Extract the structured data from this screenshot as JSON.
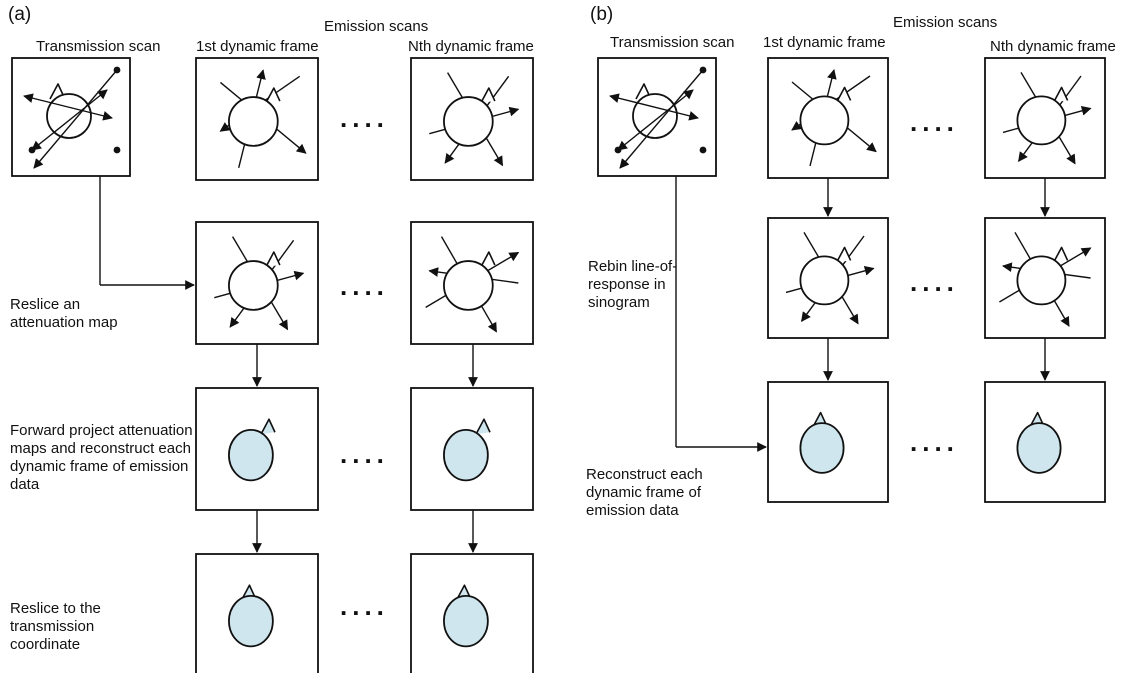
{
  "panel_a": {
    "label": "(a)",
    "header_emission": "Emission scans",
    "header_transmission": "Transmission scan",
    "header_first": "1st dynamic frame",
    "header_nth": "Nth dynamic frame",
    "step1": "Reslice an attenuation map",
    "step2": "Forward project attenuation maps and reconstruct each dynamic frame of emission data",
    "step3": "Reslice to the transmission coordinate",
    "ellipsis": "...."
  },
  "panel_b": {
    "label": "(b)",
    "header_emission": "Emission scans",
    "header_transmission": "Transmission scan",
    "header_first": "1st dynamic frame",
    "header_nth": "Nth dynamic frame",
    "step1": "Rebin line-of-response in sinogram",
    "step2": "Reconstruct each dynamic frame of emission data",
    "ellipsis": "...."
  },
  "colors": {
    "line": "#111111",
    "reconstructed_fill": "#cfe6ee"
  },
  "icons": [
    "head-outline-icon",
    "line-of-response-arrow-icon",
    "annihilation-point-icon",
    "reconstructed-head-icon"
  ]
}
